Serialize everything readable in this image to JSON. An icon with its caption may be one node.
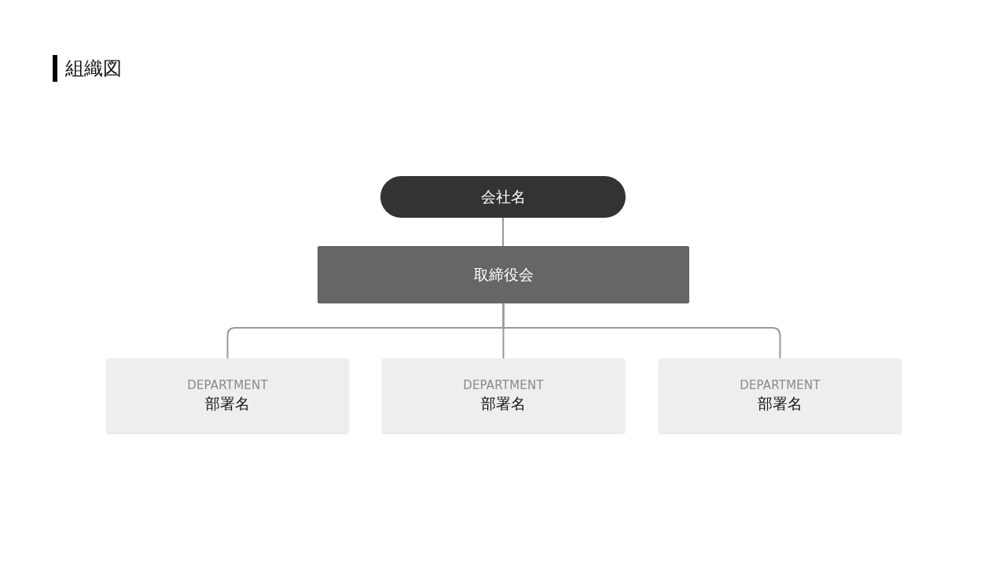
{
  "diagram": {
    "title": "組織図",
    "nodes": [
      {
        "text": [
          "会社名"
        ]
      },
      {
        "text": [
          "取締役会"
        ]
      },
      {
        "text": [
          "DEPARTMENT",
          "部署名"
        ]
      },
      {
        "text": [
          "DEPARTMENT",
          "部署名"
        ]
      },
      {
        "text": [
          "DEPARTMENT",
          "部署名"
        ]
      }
    ],
    "edges": [
      {
        "from": 0,
        "to": 1,
        "arrow": "none"
      },
      {
        "from": 1,
        "to": 2,
        "arrow": "none"
      },
      {
        "from": 1,
        "to": 3,
        "arrow": "none"
      },
      {
        "from": 1,
        "to": 4,
        "arrow": "none"
      }
    ]
  }
}
